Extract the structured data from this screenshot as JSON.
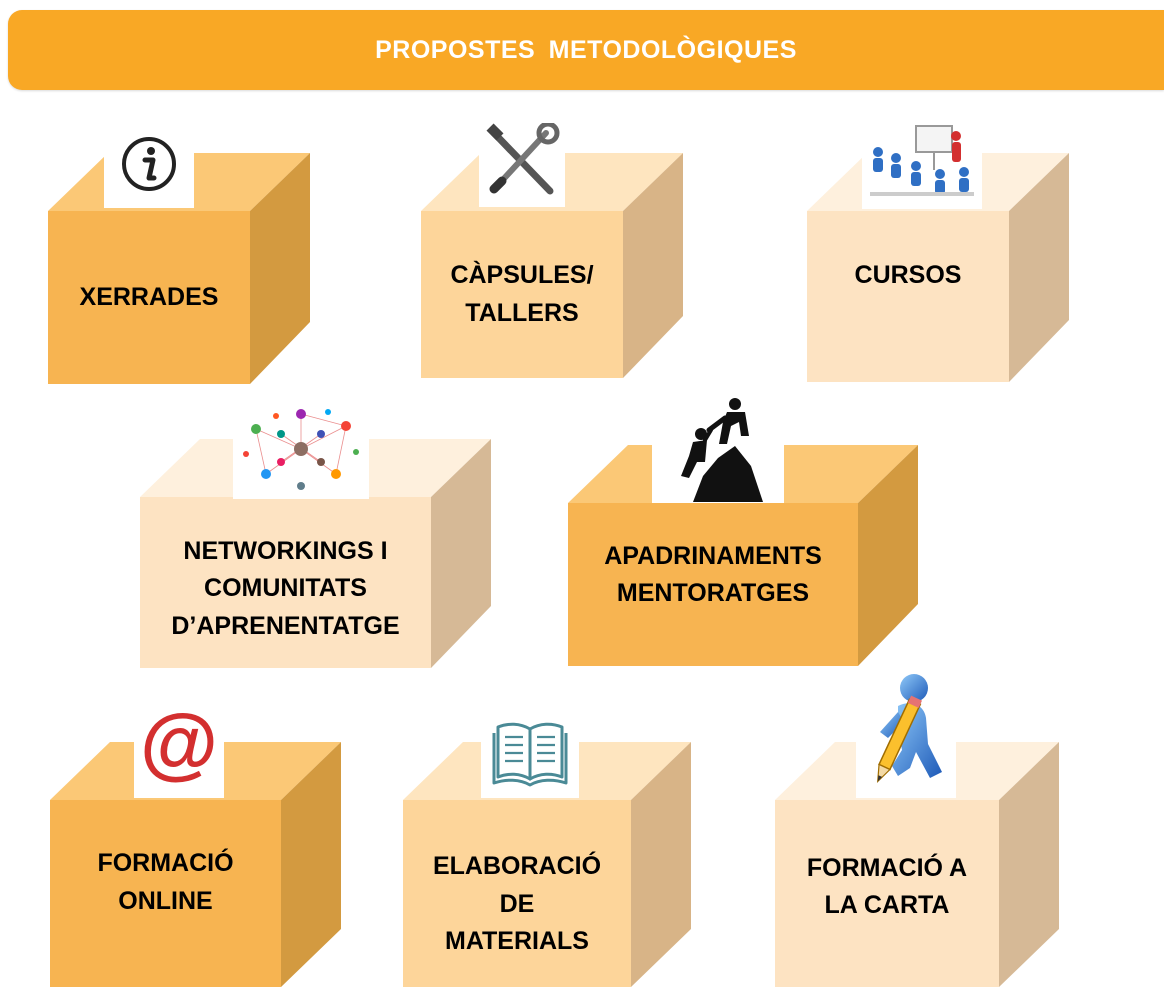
{
  "header": {
    "title": "PROPOSTES METODOLÒGIQUES"
  },
  "colors": {
    "banner": "#f9a825",
    "dark_front": "#f7b451",
    "dark_side": "#d39a40",
    "dark_top": "#fbc876",
    "mid_front": "#fdd59a",
    "mid_side": "#d8b487",
    "mid_top": "#fee5bf",
    "light_front": "#fde3c2",
    "light_side": "#d6b996",
    "light_top": "#fef0dd"
  },
  "boxes": [
    {
      "id": "xerrades",
      "label": "XERRADES",
      "icon": "info-icon",
      "shade": "dark"
    },
    {
      "id": "capsules",
      "label": "CÀPSULES/\nTALLERS",
      "icon": "tools-icon",
      "shade": "mid"
    },
    {
      "id": "cursos",
      "label": "CURSOS",
      "icon": "classroom-icon",
      "shade": "light"
    },
    {
      "id": "networkings",
      "label": "NETWORKINGS I\nCOMUNITATS\nD’APRENENTATGE",
      "icon": "network-icon",
      "shade": "light"
    },
    {
      "id": "apadrinaments",
      "label": "APADRINAMENTS\nMENTORATGES",
      "icon": "climbers-icon",
      "shade": "dark"
    },
    {
      "id": "formacio-online",
      "label": "FORMACIÓ\nONLINE",
      "icon": "at-sign-icon",
      "shade": "dark"
    },
    {
      "id": "elaboracio",
      "label": "ELABORACIÓ\nDE\nMATERIALS",
      "icon": "book-icon",
      "shade": "mid"
    },
    {
      "id": "formacio-carta",
      "label": "FORMACIÓ A\nLA CARTA",
      "icon": "person-pencil-icon",
      "shade": "light"
    }
  ]
}
